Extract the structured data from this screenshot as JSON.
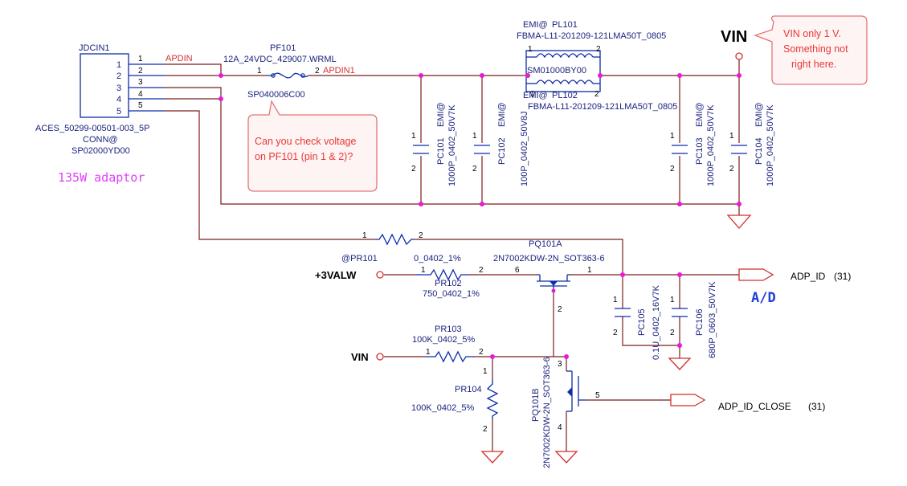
{
  "connector": {
    "ref": "JDCIN1",
    "part": "ACES_50299-00501-003_5P",
    "tag": "CONN@",
    "code": "SP02000YD00",
    "note": "135W adaptor",
    "pins": [
      "1",
      "2",
      "3",
      "4",
      "5"
    ]
  },
  "nets": {
    "apdin": "APDIN",
    "apdin1": "APDIN1",
    "vin": "VIN",
    "vin_left": "VIN",
    "plus3valw": "+3VALW",
    "adp_id": "ADP_ID",
    "adp_id_ref": "(31)",
    "adp_id_close": "ADP_ID_CLOSE",
    "adp_id_close_ref": "(31)",
    "ad": "A/D"
  },
  "fuse": {
    "ref": "PF101",
    "value": "12A_24VDC_429007.WRML",
    "code": "SP040006C00",
    "pin1": "1",
    "pin2": "2"
  },
  "inductors": {
    "pl101": {
      "tag": "EMI@",
      "ref": "PL101",
      "value": "FBMA-L11-201209-121LMA50T_0805",
      "pin1": "1",
      "pin2": "2"
    },
    "pl102": {
      "tag": "EMI@",
      "ref": "PL102",
      "value": "FBMA-L11-201209-121LMA50T_0805",
      "pin1": "1",
      "pin2": "2"
    },
    "module_code": "SM01000BY00"
  },
  "caps": {
    "pc101": {
      "tag": "EMI@",
      "ref": "PC101",
      "value": "1000P_0402_50V7K"
    },
    "pc102": {
      "tag": "EMI@",
      "ref": "PC102",
      "value": "100P_0402_50V8J"
    },
    "pc103": {
      "tag": "EMI@",
      "ref": "PC103",
      "value": "1000P_0402_50V7K"
    },
    "pc104": {
      "tag": "EMI@",
      "ref": "PC104",
      "value": "1000P_0402_50V7K"
    },
    "pc105": {
      "ref": "PC105",
      "value": "0.1U_0402_16V7K"
    },
    "pc106": {
      "ref": "PC106",
      "value": "680P_0603_50V7K"
    },
    "pin1": "1",
    "pin2": "2"
  },
  "resistors": {
    "pr101": {
      "tag": "@PR101",
      "value": "0_0402_1%"
    },
    "pr102": {
      "ref": "PR102",
      "value": "750_0402_1%"
    },
    "pr103": {
      "ref": "PR103",
      "value": "100K_0402_5%"
    },
    "pr104": {
      "ref": "PR104",
      "value": "100K_0402_5%"
    },
    "pin1": "1",
    "pin2": "2"
  },
  "mosfets": {
    "pq101a": {
      "ref": "PQ101A",
      "value": "2N7002KDW-2N_SOT363-6",
      "pins": [
        "6",
        "1",
        "2"
      ]
    },
    "pq101b": {
      "ref": "PQ101B",
      "value": "2N7002KDW-2N_SOT363-6",
      "pins": [
        "3",
        "5",
        "4"
      ]
    }
  },
  "annotations": {
    "vin_comment_1": "VIN only 1 V.",
    "vin_comment_2": "Something not",
    "vin_comment_3": "right here.",
    "pf_comment_1": "Can you check voltage",
    "pf_comment_2": "on PF101 (pin 1 & 2)?"
  },
  "colors": {
    "wire": "#7b1c1c",
    "part": "#0d2ca8",
    "junction": "#e81ad6",
    "net_label": "#d32f2f",
    "callout_border": "#e57373",
    "callout_fill": "#fff3f3",
    "ad_label": "#1e3fd8",
    "adaptor_label": "#e040fb"
  }
}
